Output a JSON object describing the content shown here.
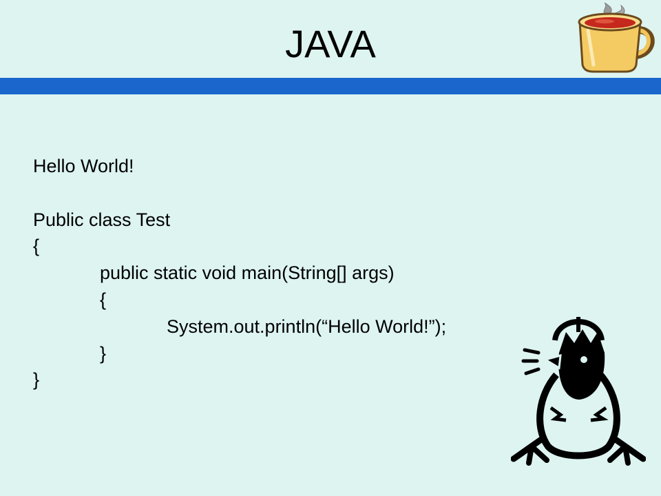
{
  "slide": {
    "title": "JAVA"
  },
  "code": {
    "lines": [
      {
        "text": "Hello World!",
        "indent": 0
      },
      {
        "text": "",
        "indent": 0
      },
      {
        "text": "Public class Test",
        "indent": 0
      },
      {
        "text": "{",
        "indent": 0
      },
      {
        "text": "public static void main(String[] args)",
        "indent": 1
      },
      {
        "text": "{",
        "indent": 1
      },
      {
        "text": "System.out.println(“Hello World!”);",
        "indent": 2
      },
      {
        "text": "}",
        "indent": 1
      },
      {
        "text": "}",
        "indent": 0
      }
    ]
  },
  "icons": {
    "coffee": "coffee-cup-icon",
    "chick": "hatching-chick-icon"
  },
  "colors": {
    "background": "#ddf4f1",
    "title_bar": "#1a66cc",
    "text": "#000000"
  }
}
